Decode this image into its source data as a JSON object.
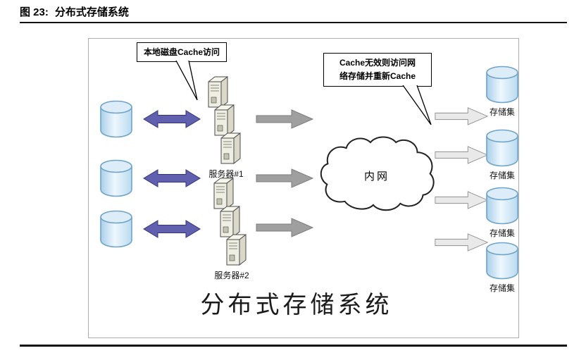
{
  "header": {
    "figure_label": "图 23:",
    "figure_title": "分布式存储系统"
  },
  "diagram": {
    "callout_local": "本地磁盘Cache访问",
    "callout_network": "Cache无效则访问网络存储并重新Cache",
    "callout_network_line1": "Cache无效则访问网",
    "callout_network_line2": "络存储并重新Cache",
    "server_group_1_label": "服务器#1",
    "server_group_2_label": "服务器#2",
    "cloud_label": "内网",
    "storage_label": "存储集",
    "main_title": "分布式存储系统",
    "colors": {
      "double_arrow": "#6060ae",
      "solid_arrow": "#9f9f9f",
      "light_arrow": "#e9e9e9",
      "cylinder_fill": "#cfe6f6",
      "cylinder_stroke": "#6fa3c8",
      "cloud_stroke": "#222222"
    },
    "icons": {
      "local_disk": "cylinder",
      "storage": "cylinder",
      "server": "tower-server",
      "network": "cloud",
      "sync": "double-headed-arrow",
      "flow": "right-arrow"
    }
  }
}
